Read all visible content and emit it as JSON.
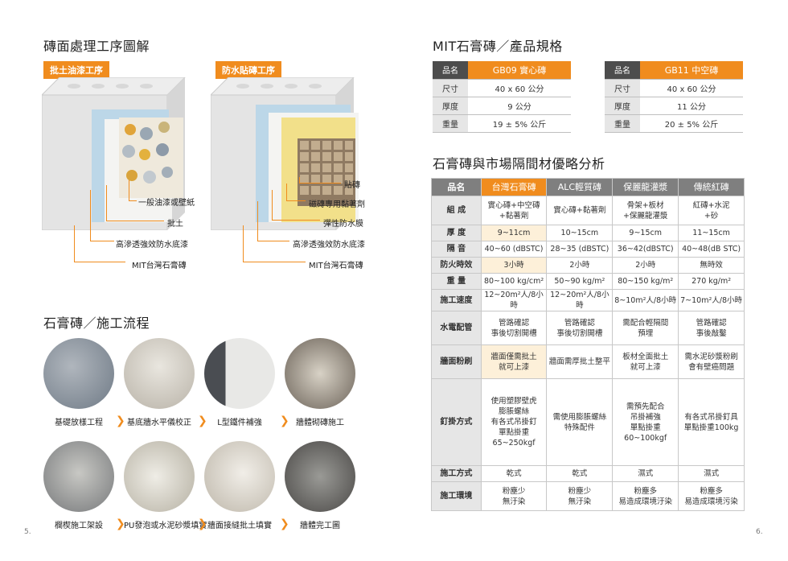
{
  "left": {
    "title1": "磚面處理工序圖解",
    "label_paint": "批土油漆工序",
    "label_tile": "防水貼磚工序",
    "paint_layers": [
      "一般油漆或壁紙",
      "批土",
      "高滲透強效防水底漆",
      "MIT台灣石膏磚"
    ],
    "tile_layers": [
      "貼磚",
      "磁磚專用黏著劑",
      "彈性防水膜",
      "高滲透強效防水底漆",
      "MIT台灣石膏磚"
    ],
    "title2": "石膏磚／施工流程",
    "steps": [
      "基礎放樣工程",
      "基底牆水平儀校正",
      "L型鐵件補強",
      "牆體砌磚施工",
      "欄楔施工架設",
      "PU發泡或水泥砂漿填實",
      "牆面接縫批土填實",
      "牆體完工圖"
    ],
    "page_number": "5."
  },
  "right": {
    "title1": "MIT石膏磚／產品規格",
    "spec_a": {
      "rows": [
        [
          "品名",
          "GB09 實心磚"
        ],
        [
          "尺寸",
          "40 x 60 公分"
        ],
        [
          "厚度",
          "9 公分"
        ],
        [
          "重量",
          "19 ± 5% 公斤"
        ]
      ]
    },
    "spec_b": {
      "rows": [
        [
          "品名",
          "GB11 中空磚"
        ],
        [
          "尺寸",
          "40 x 60 公分"
        ],
        [
          "厚度",
          "11 公分"
        ],
        [
          "重量",
          "20 ± 5% 公斤"
        ]
      ]
    },
    "title2": "石膏磚與市場隔間材優略分析",
    "compare": {
      "headers": [
        "品名",
        "台灣石膏磚",
        "ALC輕質磚",
        "保麗龍灌漿",
        "傳統紅磚"
      ],
      "rows": [
        [
          "組 成",
          "實心磚+中空磚\n+黏著劑",
          "實心磚+黏著劑",
          "骨架+板材\n+保麗龍灌漿",
          "紅磚+水泥\n+砂"
        ],
        [
          "厚 度",
          "9~11cm",
          "10~15cm",
          "9~15cm",
          "11~15cm"
        ],
        [
          "隔 音",
          "40~60 (dBSTC)",
          "28~35 (dBSTC)",
          "36~42(dBSTC)",
          "40~48(dB STC)"
        ],
        [
          "防火時效",
          "3小時",
          "2小時",
          "2小時",
          "無時效"
        ],
        [
          "重 量",
          "80~100 kg/cm²",
          "50~90 kg/m²",
          "80~150 kg/m²",
          "270 kg/m²"
        ],
        [
          "施工速度",
          "12~20m²人/8小時",
          "12~20m²人/8小時",
          "8~10m²人/8小時",
          "7~10m²人/8小時"
        ],
        [
          "水電配管",
          "管路確認\n事後切割開槽",
          "管路確認\n事後切割開槽",
          "需配合輕隔間\n預埋",
          "管路確認\n事後敲鑿"
        ],
        [
          "牆面粉刷",
          "牆面僅需批土\n就可上漆",
          "牆面需厚批土整平",
          "板材全面批土\n就可上漆",
          "需水泥砂漿粉刷\n會有壁癌問題"
        ],
        [
          "釘掛方式",
          "使用塑膠壁虎\n膨脹螺絲\n有各式吊掛釘\n單點掛重\n65~250kgf",
          "需使用膨脹螺絲\n特殊配件",
          "需預先配合\n吊掛補強\n單點掛重\n60~100kgf",
          "有各式吊掛釘具\n單點掛重100kg"
        ],
        [
          "施工方式",
          "乾式",
          "乾式",
          "濕式",
          "濕式"
        ],
        [
          "施工環境",
          "粉塵少\n無汙染",
          "粉塵少\n無汙染",
          "粉塵多\n易造成環境汙染",
          "粉塵多\n易造成環境污染"
        ]
      ]
    },
    "page_number": "6."
  },
  "colors": {
    "accent": "#f08c1e",
    "header_gray": "#7f7f7f",
    "highlight": "#fdf0d9"
  }
}
